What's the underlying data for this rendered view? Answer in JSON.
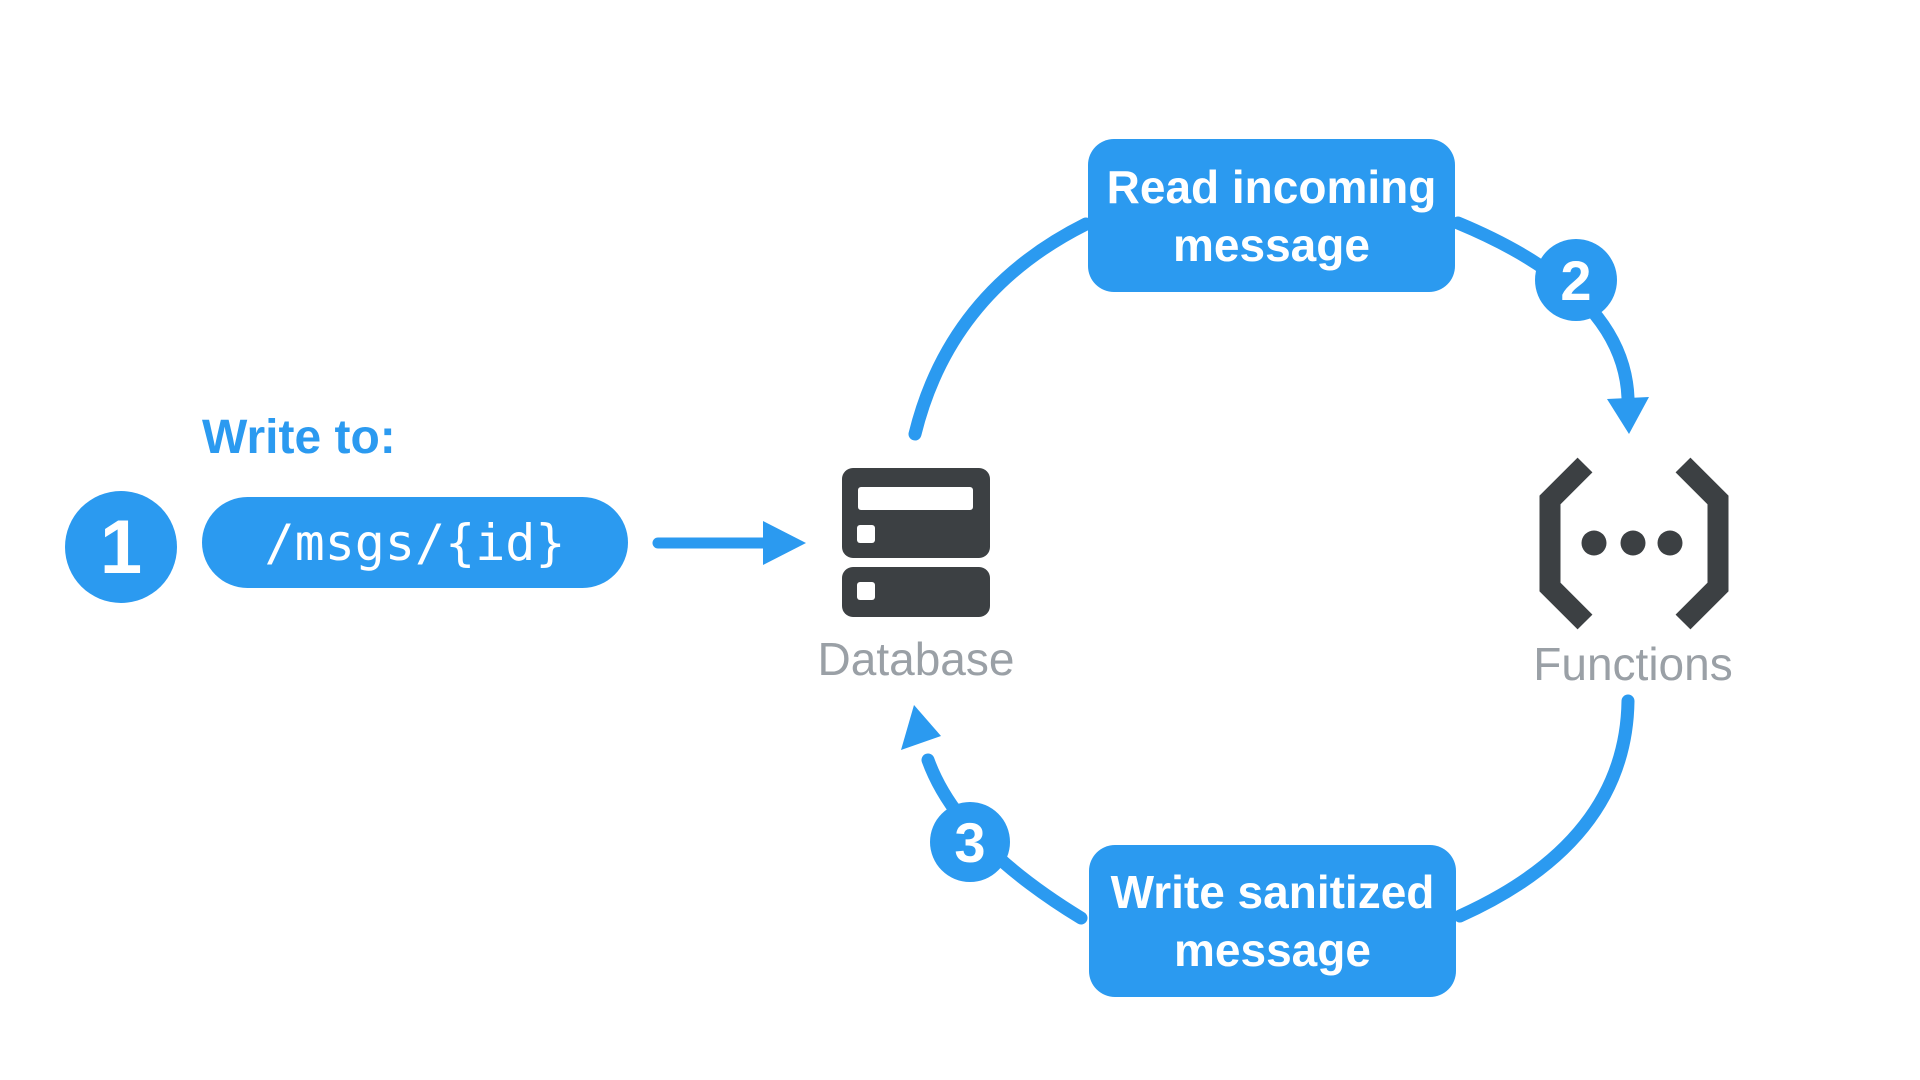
{
  "colors": {
    "accent": "#2B9AF0",
    "icon_dark": "#3C4043",
    "label_gray": "#9AA0A6",
    "text_on_accent": "#FFFFFF",
    "background": "#FFFFFF"
  },
  "step1": {
    "badge": "1",
    "heading": "Write to:",
    "code_path": "/msgs/{id}"
  },
  "database": {
    "label": "Database",
    "icon": "server-stack-icon"
  },
  "functions": {
    "label": "Functions",
    "icon": "code-brackets-ellipsis-icon"
  },
  "step2": {
    "badge": "2",
    "box_line1": "Read incoming",
    "box_line2": "message"
  },
  "step3": {
    "badge": "3",
    "box_line1": "Write sanitized",
    "box_line2": "message"
  }
}
